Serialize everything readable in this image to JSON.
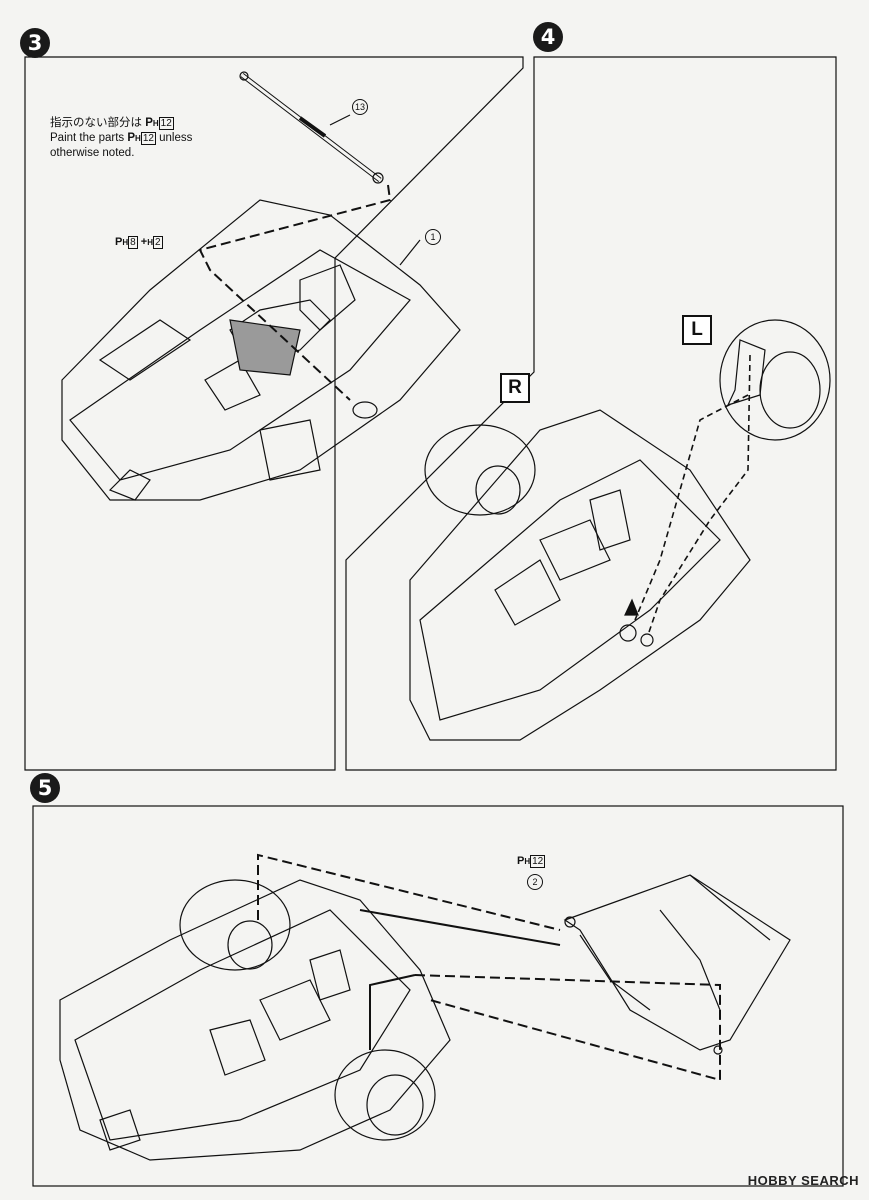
{
  "steps": [
    {
      "number": "3",
      "note_jp": "指示のない部分は",
      "note_paint_code": "12",
      "note_en_1": "Paint the parts",
      "note_en_2": "unless",
      "note_en_3": "otherwise noted.",
      "color_label": "8",
      "color_label_2": "2",
      "part_13": "13",
      "part_1": "1"
    },
    {
      "number": "4",
      "side_r": "R",
      "side_l": "L"
    },
    {
      "number": "5",
      "color_label": "12",
      "part_2": "2"
    }
  ],
  "paint_prefix": "P",
  "paint_sub": "H",
  "plus": "+",
  "watermark": "HOBBY SEARCH"
}
